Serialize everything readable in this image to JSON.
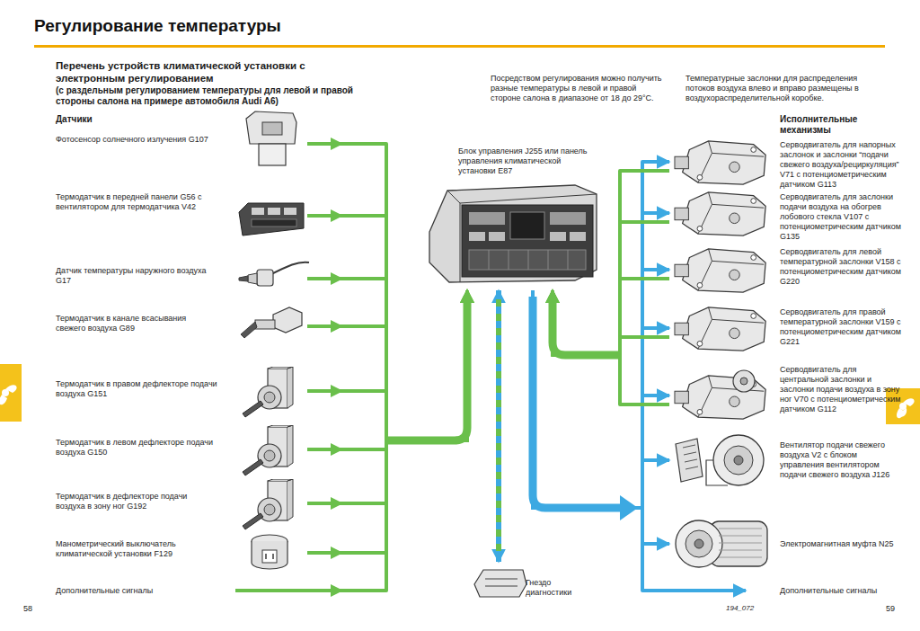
{
  "diagram": {
    "title": "Регулирование температуры",
    "nodes": [
      {
        "text": [
          "Фотосенсор солнечного излучения G107"
        ]
      },
      {
        "text": [
          "Термодатчик в передней панели G56 с вентилятором для термодатчика V42"
        ]
      },
      {
        "text": [
          "Датчик температуры наружного воздуха G17"
        ]
      },
      {
        "text": [
          "Термодатчик в канале всасывания свежего воздуха G89"
        ]
      },
      {
        "text": [
          "Термодатчик в правом дефлекторе подачи воздуха G151"
        ]
      },
      {
        "text": [
          "Термодатчик в левом дефлекторе подачи воздуха G150"
        ]
      },
      {
        "text": [
          "Термодатчик в дефлекторе подачи воздуха в зону ног G192"
        ]
      },
      {
        "text": [
          "Манометрический выключатель климатической установки F129"
        ]
      },
      {
        "text": [
          "Дополнительные сигналы"
        ]
      },
      {
        "text": [
          "Блок управления J255 или панель управления климатической установки E87"
        ]
      },
      {
        "text": [
          "Гнездо диагностики"
        ]
      },
      {
        "text": [
          "Серводвигатель для напорных заслонок и заслонки “подачи свежего воздуха/рециркуляция” V71 с потенциометрическим датчиком G113"
        ]
      },
      {
        "text": [
          "Серводвигатель для заслонки подачи воздуха на обогрев лобового стекла V107 с потенциометрическим датчиком G135"
        ]
      },
      {
        "text": [
          "Серводвигатель для левой температурной заслонки V158 с потенциометрическим датчиком G220"
        ]
      },
      {
        "text": [
          "Серводвигатель для правой температурной заслонки V159 с потенциометрическим датчиком G221"
        ]
      },
      {
        "text": [
          "Серводвигатель для центральной заслонки и заслонки подачи воздуха в зону ног V70 с потенциометрическим датчиком G112"
        ]
      },
      {
        "text": [
          "Вентилятор подачи свежего воздуха V2 с блоком управления вентилятором подачи свежего воздуха J126"
        ]
      },
      {
        "text": [
          "Электромагнитная муфта N25"
        ]
      },
      {
        "text": [
          "Дополнительные сигналы"
        ]
      }
    ],
    "edges": [
      {
        "from": 0,
        "to": 9,
        "arrow": "to"
      },
      {
        "from": 1,
        "to": 9,
        "arrow": "to"
      },
      {
        "from": 2,
        "to": 9,
        "arrow": "to"
      },
      {
        "from": 3,
        "to": 9,
        "arrow": "to"
      },
      {
        "from": 4,
        "to": 9,
        "arrow": "to"
      },
      {
        "from": 5,
        "to": 9,
        "arrow": "to"
      },
      {
        "from": 6,
        "to": 9,
        "arrow": "to"
      },
      {
        "from": 7,
        "to": 9,
        "arrow": "to"
      },
      {
        "from": 8,
        "to": 9,
        "arrow": "to"
      },
      {
        "from": 9,
        "to": 10,
        "arrow": "both"
      },
      {
        "from": 9,
        "to": 11,
        "arrow": "to"
      },
      {
        "from": 9,
        "to": 12,
        "arrow": "to"
      },
      {
        "from": 9,
        "to": 13,
        "arrow": "to"
      },
      {
        "from": 9,
        "to": 14,
        "arrow": "to"
      },
      {
        "from": 9,
        "to": 15,
        "arrow": "to"
      },
      {
        "from": 9,
        "to": 16,
        "arrow": "to"
      },
      {
        "from": 9,
        "to": 17,
        "arrow": "to"
      },
      {
        "from": 9,
        "to": 18,
        "arrow": "to"
      },
      {
        "from": 11,
        "to": 9,
        "arrow": "to"
      },
      {
        "from": 12,
        "to": 9,
        "arrow": "to"
      },
      {
        "from": 13,
        "to": 9,
        "arrow": "to"
      },
      {
        "from": 14,
        "to": 9,
        "arrow": "to"
      },
      {
        "from": 15,
        "to": 9,
        "arrow": "to"
      }
    ],
    "labels": [
      "Перечень устройств климатической установки с электронным регулированием",
      "(с раздельным регулированием температуры для левой и правой стороны салона на примере автомобиля Audi A6)",
      "Датчики",
      "Посредством регулирования можно получить разные температуры в левой и правой стороне салона в диапазоне от 18 до 29°C.",
      "Температурные заслонки для распределения потоков воздуха влево и вправо размещены в воздухораспределительной коробке.",
      "Исполнительные механизмы",
      "58",
      "59",
      "194_072"
    ]
  }
}
